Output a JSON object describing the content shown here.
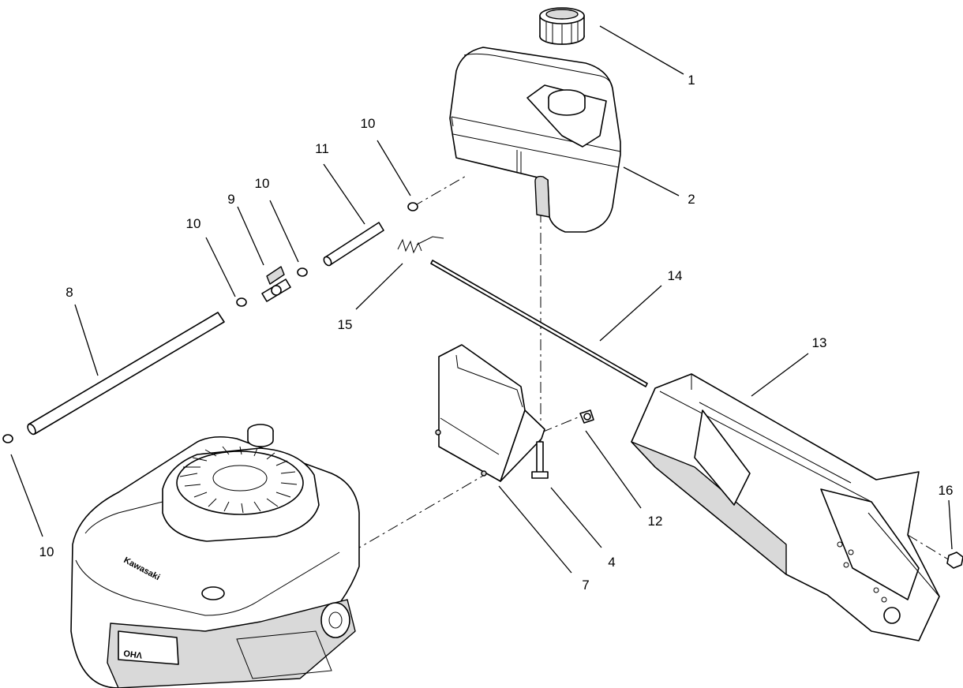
{
  "diagram": {
    "callouts": [
      "1",
      "2",
      "10",
      "11",
      "10",
      "9",
      "10",
      "8",
      "15",
      "14",
      "13",
      "10",
      "12",
      "4",
      "7",
      "16"
    ],
    "engine_brand": "Kawasaki",
    "engine_label": "OHV"
  }
}
